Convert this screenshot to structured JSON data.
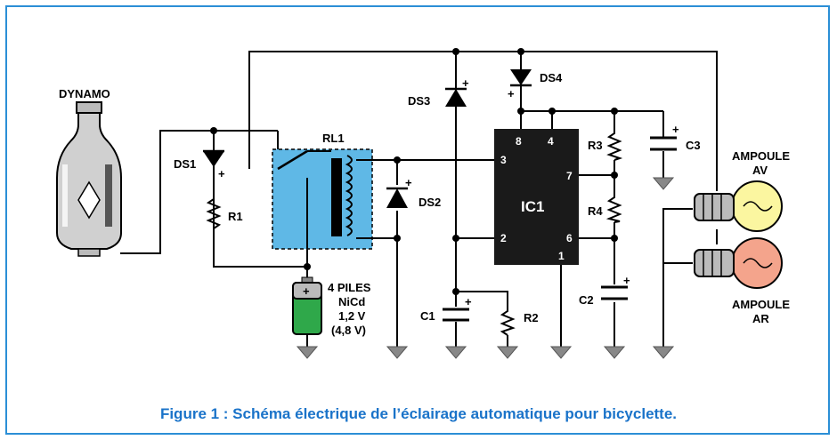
{
  "labels": {
    "dynamo": "DYNAMO",
    "rl1": "RL1",
    "ds1": "DS1",
    "r1": "R1",
    "ds2": "DS2",
    "ds3": "DS3",
    "ds4": "DS4",
    "ic1": "IC1",
    "r3": "R3",
    "r4": "R4",
    "c1": "C1",
    "r2": "R2",
    "c2": "C2",
    "c3": "C3",
    "battery_line1": "4 PILES",
    "battery_line2": "NiCd",
    "battery_line3": "1,2 V",
    "battery_line4": "(4,8 V)",
    "ampoule_av_line1": "AMPOULE",
    "ampoule_av_line2": "AV",
    "ampoule_ar_line1": "AMPOULE",
    "ampoule_ar_line2": "AR",
    "pin8": "8",
    "pin4": "4",
    "pin3": "3",
    "pin7": "7",
    "pin2": "2",
    "pin6": "6",
    "pin1": "1"
  },
  "caption": "Figure 1 : Schéma électrique de l’éclairage automatique pour bicyclette.",
  "colors": {
    "border": "#2b8fd6",
    "relay_fill": "#5fb8e6",
    "bulb_av": "#fbf6a0",
    "bulb_ar": "#f4a48c",
    "battery_green": "#2fa84a",
    "caption": "#1a73c9"
  }
}
